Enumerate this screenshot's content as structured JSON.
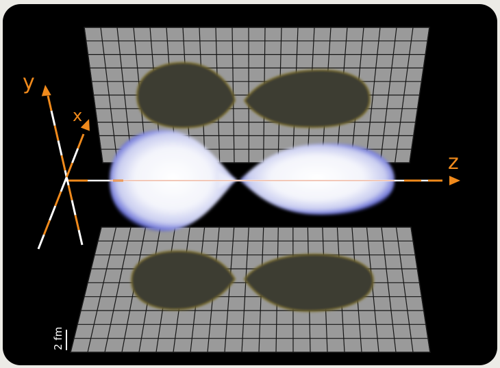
{
  "figure": {
    "axes": {
      "x_label": "x",
      "y_label": "y",
      "z_label": "z"
    },
    "scale_bar": {
      "label": "2 fm"
    },
    "colors": {
      "background": "#000000",
      "frame": "#ecebe6",
      "axis": "#f08a1c",
      "grid_panel": "#9a9a9a",
      "grid_lines": "#141414",
      "shadow": "#3e3e33",
      "shadow_rim": "#8a7a2a",
      "nucleus_core": "#ffffff",
      "nucleus_edge": "#3a3fb8"
    }
  }
}
